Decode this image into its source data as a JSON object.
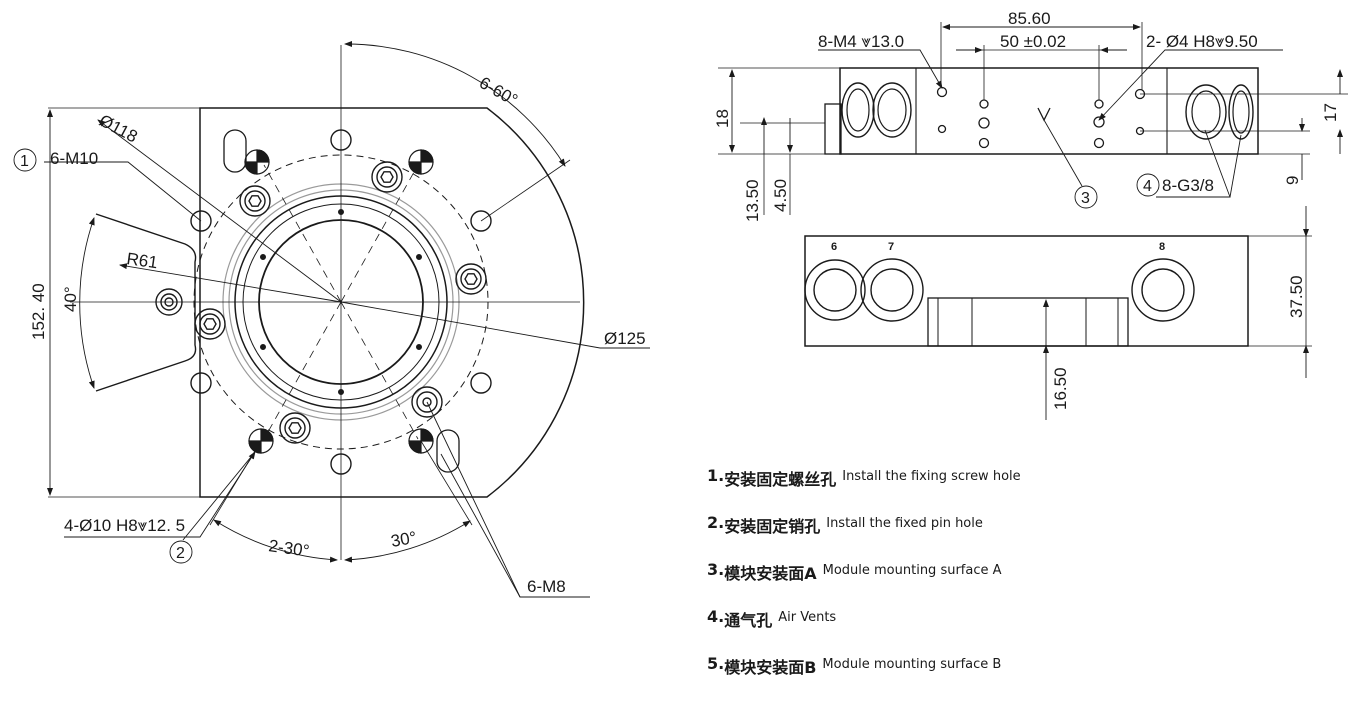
{
  "front_view": {
    "callout_1": "1",
    "callout_2": "2",
    "thread_m10": "6-M10",
    "dia_118": "Ø118",
    "angle_6x60": "6-60°",
    "radius_61": "R61",
    "angle_40": "40°",
    "height_152": "152. 40",
    "dia_125": "Ø125",
    "pin_hole": "4-Ø10 H8⩔12. 5",
    "angle_2x30": "2-30°",
    "angle_30": "30°",
    "thread_m8": "6-M8"
  },
  "top_view": {
    "width_8560": "85.60",
    "width_50": "50 ±0.02",
    "thread_m4": "8-M4 ⩔13.0",
    "pin_small": "2- Ø4 H8⩔9.50",
    "dim_18": "18",
    "dim_17": "17",
    "dim_1350": "13.50",
    "dim_450": "4.50",
    "callout_3": "3",
    "callout_4": "4",
    "vent_spec": "8-G3/8",
    "dim_9": "9"
  },
  "side_view": {
    "port_6": "6",
    "port_7": "7",
    "port_8": "8",
    "dim_3750": "37.50",
    "dim_1650": "16.50"
  },
  "legend": [
    {
      "num": "1.",
      "zh": "安装固定螺丝孔",
      "en": "Install the fixing screw hole"
    },
    {
      "num": "2.",
      "zh": "安装固定销孔",
      "en": "Install the fixed pin hole"
    },
    {
      "num": "3.",
      "zh": "模块安装面A",
      "en": "Module mounting surface A"
    },
    {
      "num": "4.",
      "zh": "通气孔",
      "en": "Air Vents"
    },
    {
      "num": "5.",
      "zh": "模块安装面B",
      "en": "Module mounting surface B"
    }
  ]
}
